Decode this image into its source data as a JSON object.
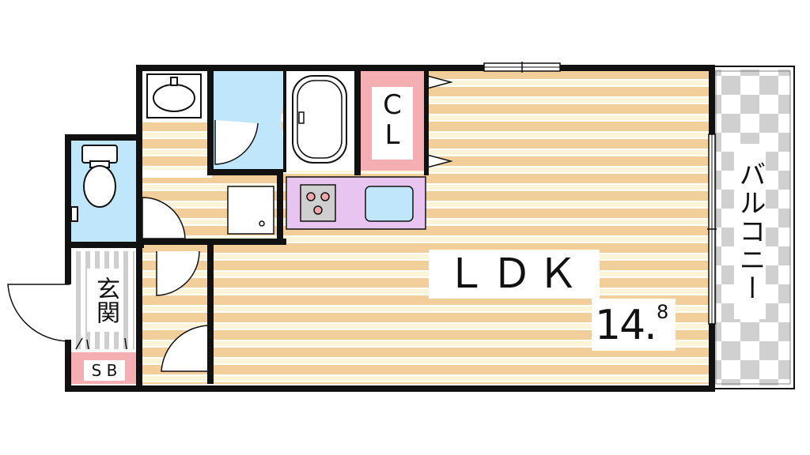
{
  "rooms": {
    "ldk": {
      "name": "ＬＤＫ",
      "size_main": "14.",
      "size_sub": "8"
    },
    "closet": {
      "line1": "C",
      "line2": "L"
    },
    "balcony": {
      "name": "バルコニー"
    },
    "entrance": {
      "name": "玄関"
    },
    "shoebox": {
      "name": "S B"
    }
  },
  "colors": {
    "wall": "#111111",
    "wet_area": "#bfe6fb",
    "kitchen": "#e8c4f0",
    "closet": "#f5aeb2",
    "floor_dark": "#f2cf9a",
    "floor_light": "#fbf5d8",
    "balcony_check": "#d0d0d0"
  }
}
